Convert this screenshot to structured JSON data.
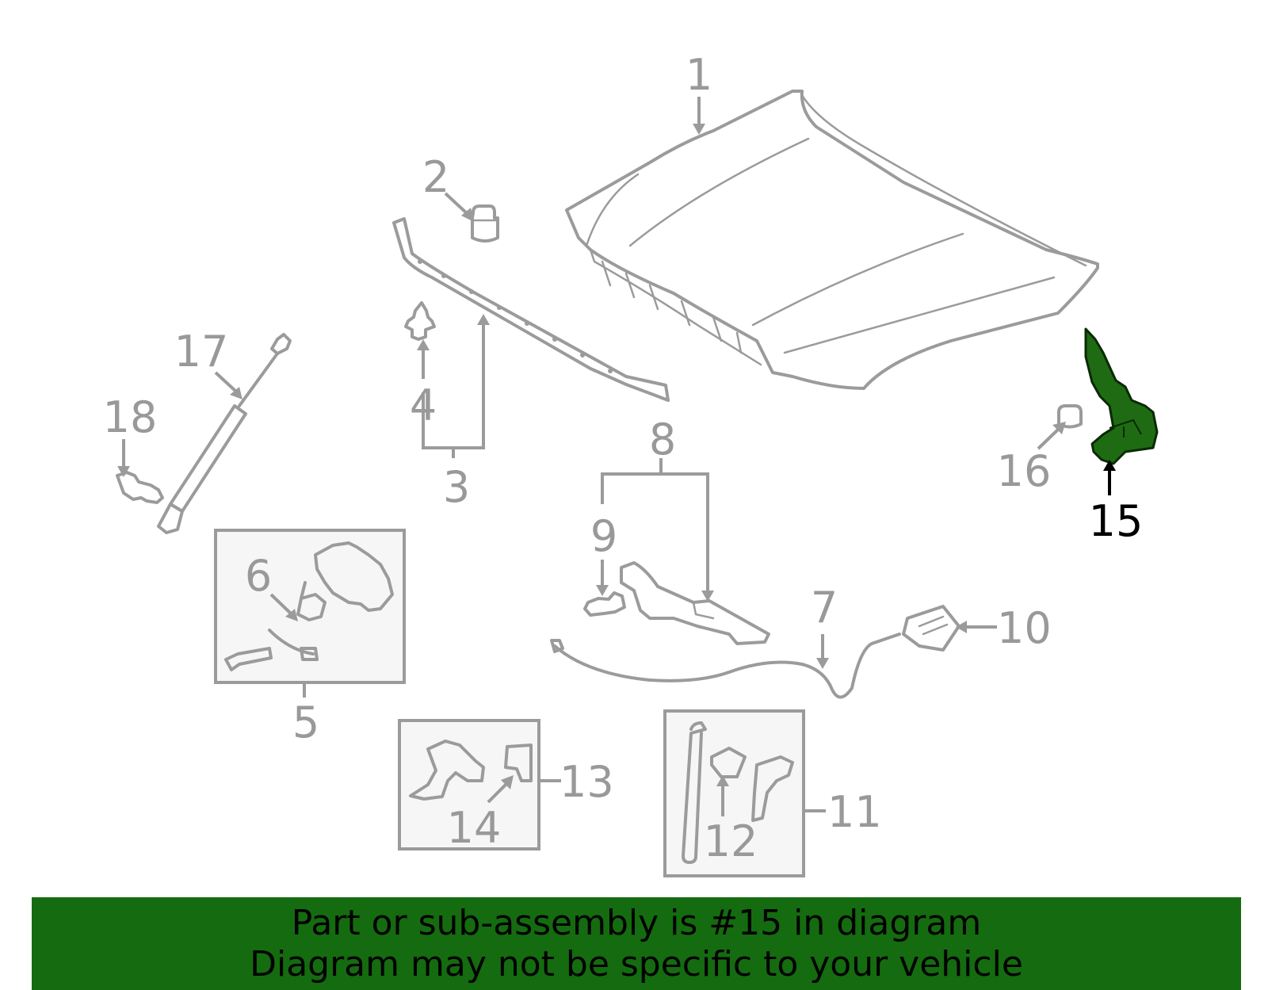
{
  "callouts": {
    "c1": "1",
    "c2": "2",
    "c3": "3",
    "c4": "4",
    "c5": "5",
    "c6": "6",
    "c7": "7",
    "c8": "8",
    "c9": "9",
    "c10": "10",
    "c11": "11",
    "c12": "12",
    "c13": "13",
    "c14": "14",
    "c15": "15",
    "c16": "16",
    "c17": "17",
    "c18": "18"
  },
  "highlighted_part": "15",
  "colors": {
    "line": "#9b9b9b",
    "highlight_fill": "#1f6b14",
    "banner": "#156b0f"
  },
  "banner": {
    "line1": "Part or sub-assembly is #15 in diagram",
    "line2": "Diagram may not be specific to your vehicle"
  }
}
